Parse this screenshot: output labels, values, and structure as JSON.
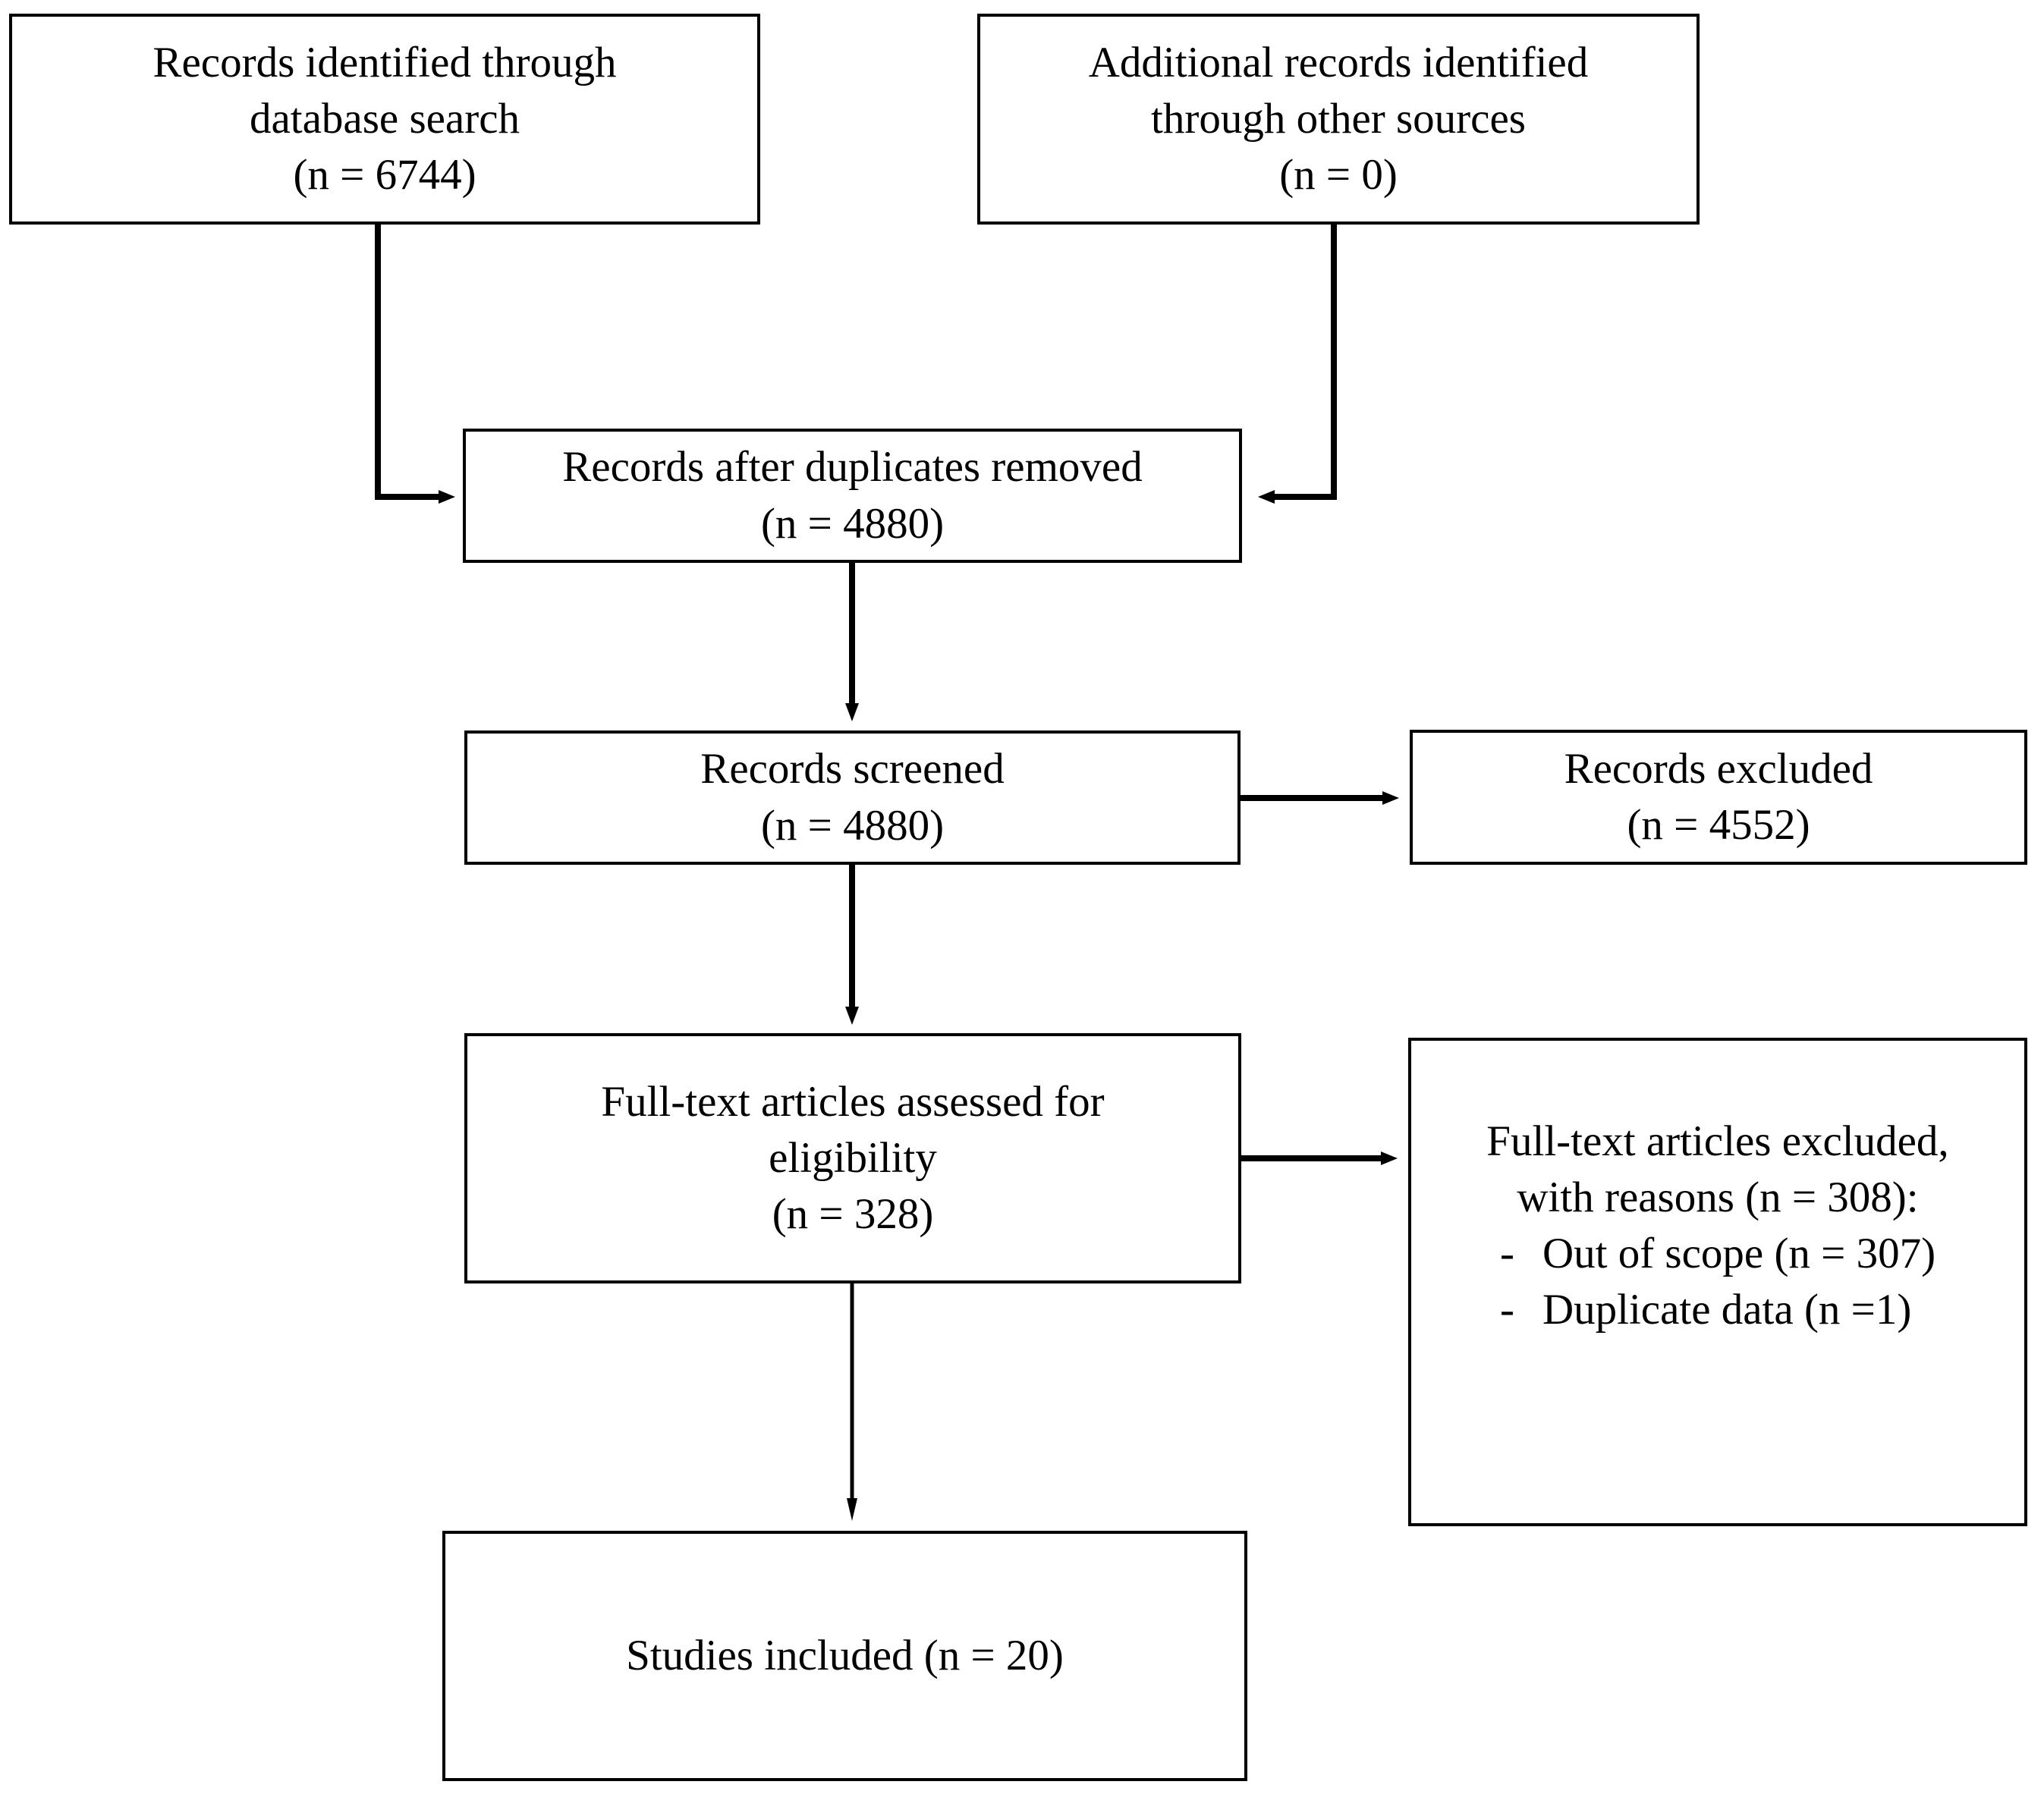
{
  "diagram": {
    "type": "prisma-flow-diagram",
    "colors": {
      "box_border": "#000000",
      "box_fill": "#ffffff",
      "connector": "#000000",
      "text": "#000000",
      "background": "#ffffff"
    },
    "boxes": {
      "db_search": {
        "lines": [
          "Records identified through",
          "database search",
          "(n = 6744)"
        ]
      },
      "other_sources": {
        "lines": [
          "Additional records identified",
          "through other sources",
          "(n = 0)"
        ]
      },
      "dedup": {
        "lines": [
          "Records after duplicates removed",
          "(n = 4880)"
        ]
      },
      "screened": {
        "lines": [
          "Records screened",
          "(n = 4880)"
        ]
      },
      "records_excluded": {
        "lines": [
          "Records excluded",
          "(n = 4552)"
        ]
      },
      "fulltext_assessed": {
        "lines": [
          "Full-text articles assessed for",
          "eligibility",
          "(n = 328)"
        ]
      },
      "fulltext_excluded": {
        "header_lines": [
          "Full-text articles excluded,",
          "with reasons (n = 308):"
        ],
        "dash": "-",
        "reasons": [
          "Out of scope (n = 307)",
          "Duplicate data (n =1)"
        ]
      },
      "included": {
        "lines": [
          "Studies included (n = 20)"
        ]
      }
    },
    "connectors": [
      {
        "name": "db-search-to-dedup",
        "style": "elbow-down-right",
        "arrow": "right"
      },
      {
        "name": "other-sources-to-dedup",
        "style": "elbow-down-left",
        "arrow": "left"
      },
      {
        "name": "dedup-to-screened",
        "style": "straight-down",
        "arrow": "down"
      },
      {
        "name": "screened-to-records-excluded",
        "style": "straight-right",
        "arrow": "right"
      },
      {
        "name": "screened-to-fulltext",
        "style": "straight-down",
        "arrow": "down"
      },
      {
        "name": "fulltext-to-fulltext-excluded",
        "style": "straight-right",
        "arrow": "right"
      },
      {
        "name": "fulltext-to-included",
        "style": "straight-down",
        "arrow": "down"
      }
    ]
  }
}
